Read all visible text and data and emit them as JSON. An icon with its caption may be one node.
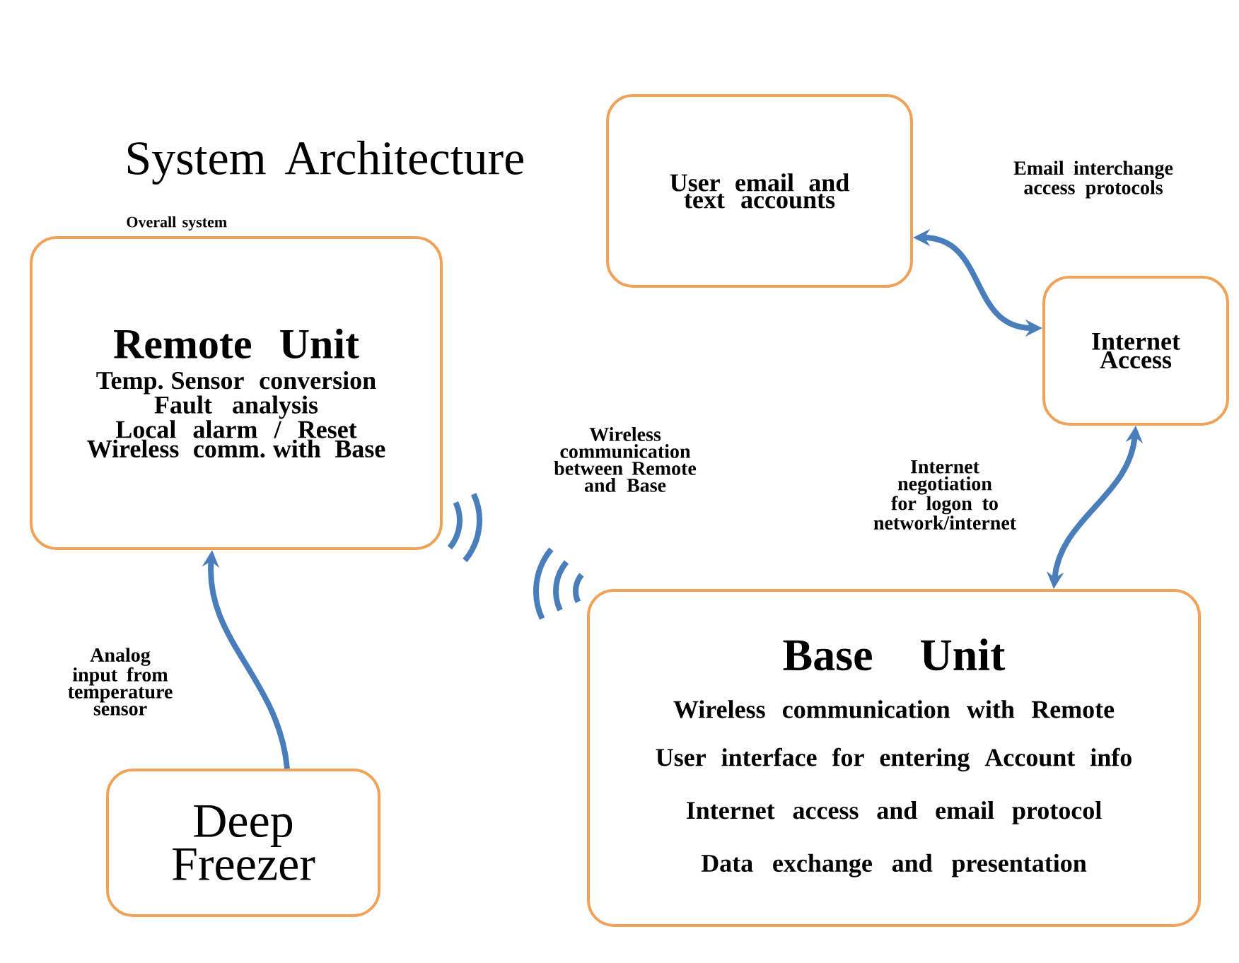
{
  "diagram": {
    "title": "System Architecture",
    "nodes": [
      {
        "text": [
          "Remote Unit",
          "Temp. Sensor conversion",
          "Fault analysis",
          "Local alarm / Reset",
          "Wireless comm. with Base"
        ]
      },
      {
        "text": [
          "User email and text accounts"
        ]
      },
      {
        "text": [
          "Internet Access"
        ]
      },
      {
        "text": [
          "Base Unit",
          "Wireless communication with Remote",
          "User interface for entering Account info",
          "Internet access and email protocol",
          "Data exchange and presentation"
        ]
      },
      {
        "text": [
          "Deep Freezer"
        ]
      }
    ],
    "edges": [
      {
        "from": 4,
        "to": 0,
        "arrow": "to",
        "label": "Analog input from temperature sensor"
      },
      {
        "from": 1,
        "to": 2,
        "arrow": "both",
        "label": "Email interchange access protocols"
      },
      {
        "from": 2,
        "to": 3,
        "arrow": "both",
        "label": "Internet negotiation for logon to network/internet"
      }
    ],
    "labels": [
      "Overall system",
      "Wireless communication between Remote and Base"
    ]
  }
}
